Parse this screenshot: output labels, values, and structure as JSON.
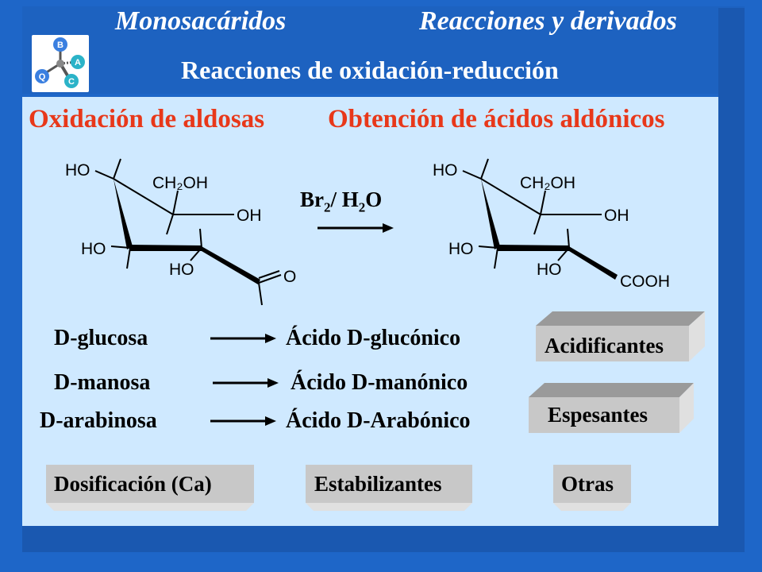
{
  "header": {
    "left": "Monosacáridos",
    "right": "Reacciones y derivados",
    "title": "Reacciones de oxidación-reducción"
  },
  "section": {
    "left_title": "Oxidación de aldosas",
    "right_title": "Obtención de ácidos aldónicos"
  },
  "reaction": {
    "reagent_main": "Br",
    "reagent_sub1": "2",
    "reagent_slash": "/ H",
    "reagent_sub2": "2",
    "reagent_o": "O",
    "left_labels": {
      "ho1": "HO",
      "ch2oh": "CH₂OH",
      "oh": "OH",
      "ho2": "HO",
      "ho3": "HO",
      "o": "O"
    },
    "right_labels": {
      "ho1": "HO",
      "ch2oh": "CH₂OH",
      "oh": "OH",
      "ho2": "HO",
      "ho3": "HO",
      "cooh": "COOH"
    }
  },
  "conversions": [
    {
      "from": "D-glucosa",
      "to": "Ácido  D-glucónico"
    },
    {
      "from": "D-manosa",
      "to": "Ácido  D-manónico"
    },
    {
      "from": "D-arabinosa",
      "to": "Ácido  D-Arabónico"
    }
  ],
  "uses": {
    "acidificantes": "Acidificantes",
    "espesantes": "Espesantes",
    "dosificacion": "Dosificación  (Ca)",
    "estabilizantes": "Estabilizantes",
    "otras": "Otras"
  },
  "logo": {
    "b": "B",
    "a": "A",
    "q": "Q",
    "c": "C"
  },
  "colors": {
    "frame": "#1e66c8",
    "panel": "#cfe9ff",
    "accent_red": "#e8381a",
    "button_face": "#c8c8c8"
  }
}
